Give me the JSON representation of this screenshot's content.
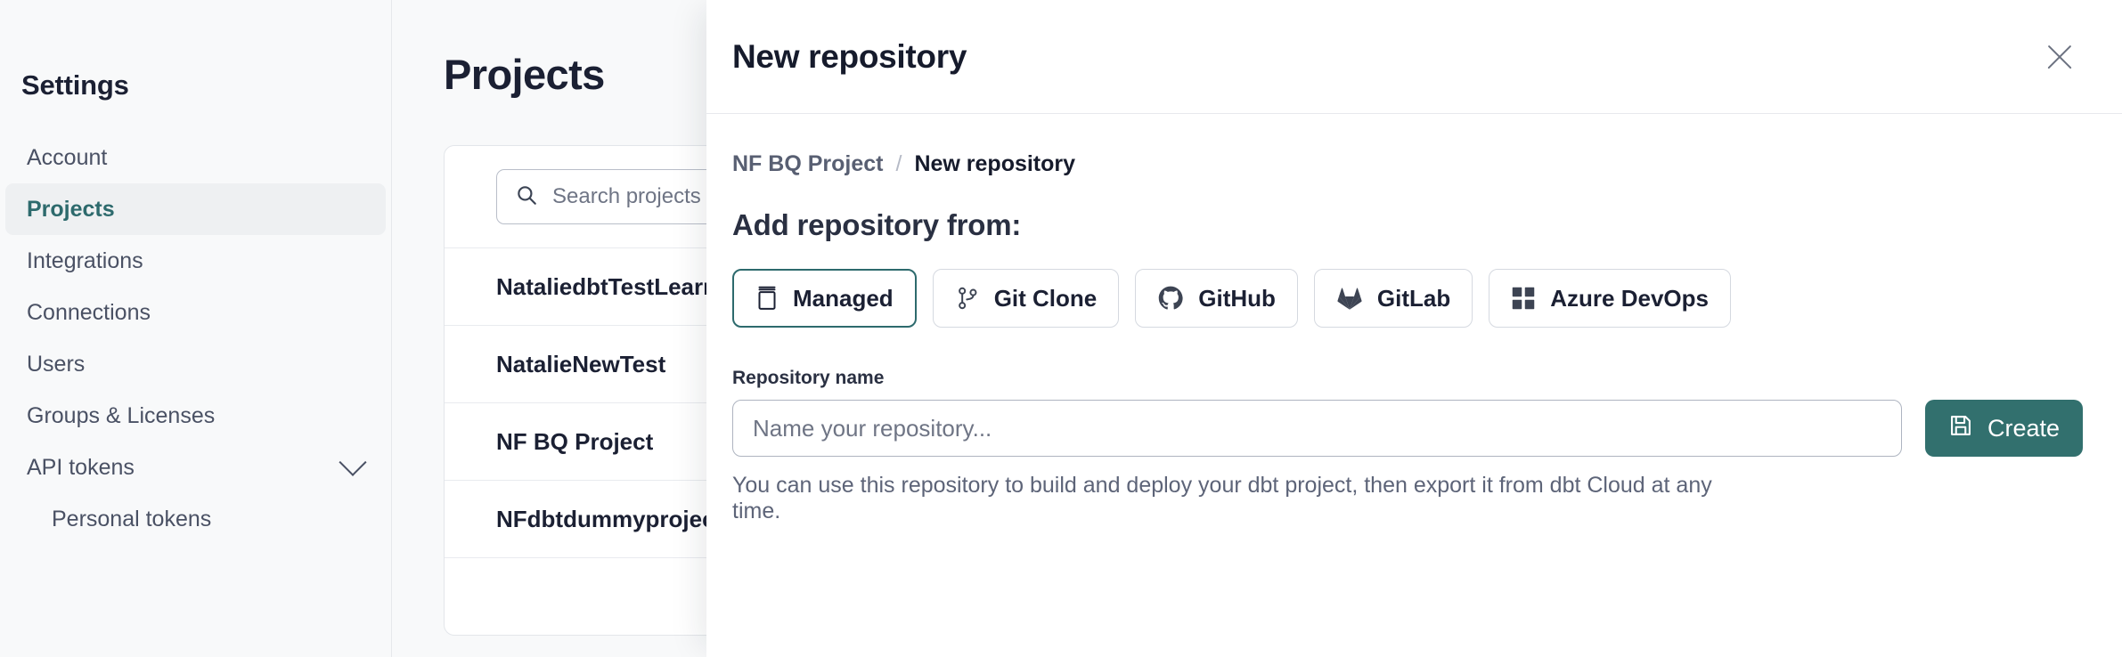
{
  "sidebar": {
    "title": "Settings",
    "items": [
      {
        "label": "Account",
        "active": false,
        "sub": false,
        "chevron": false
      },
      {
        "label": "Projects",
        "active": true,
        "sub": false,
        "chevron": false
      },
      {
        "label": "Integrations",
        "active": false,
        "sub": false,
        "chevron": false
      },
      {
        "label": "Connections",
        "active": false,
        "sub": false,
        "chevron": false
      },
      {
        "label": "Users",
        "active": false,
        "sub": false,
        "chevron": false
      },
      {
        "label": "Groups & Licenses",
        "active": false,
        "sub": false,
        "chevron": false
      },
      {
        "label": "API tokens",
        "active": false,
        "sub": false,
        "chevron": true
      },
      {
        "label": "Personal tokens",
        "active": false,
        "sub": true,
        "chevron": false
      }
    ]
  },
  "page": {
    "title": "Projects",
    "search": {
      "icon": "search-icon",
      "placeholder": "Search projects by name"
    },
    "projects": [
      "NataliedbtTestLearn T",
      "NatalieNewTest",
      "NF BQ Project",
      "NFdbtdummyproject"
    ]
  },
  "modal": {
    "title": "New repository",
    "close_icon": "close-icon",
    "breadcrumb": {
      "parent": "NF BQ Project",
      "separator": "/",
      "current": "New repository"
    },
    "section_label": "Add repository from:",
    "sources": [
      {
        "label": "Managed",
        "icon": "database-icon",
        "selected": true
      },
      {
        "label": "Git Clone",
        "icon": "git-branch-icon",
        "selected": false
      },
      {
        "label": "GitHub",
        "icon": "github-icon",
        "selected": false
      },
      {
        "label": "GitLab",
        "icon": "gitlab-icon",
        "selected": false
      },
      {
        "label": "Azure DevOps",
        "icon": "azure-devops-icon",
        "selected": false
      }
    ],
    "repo_name": {
      "label": "Repository name",
      "value": "",
      "placeholder": "Name your repository..."
    },
    "create_button": {
      "label": "Create",
      "icon": "save-icon"
    },
    "helper_text": "You can use this repository to build and deploy your dbt project, then export it from dbt Cloud at any time."
  },
  "colors": {
    "accent_teal": "#32706e",
    "selected_border": "#2d6a6d",
    "text_dark": "#1b2033",
    "text_muted": "#5d6478",
    "page_bg": "#f8f9fa"
  }
}
